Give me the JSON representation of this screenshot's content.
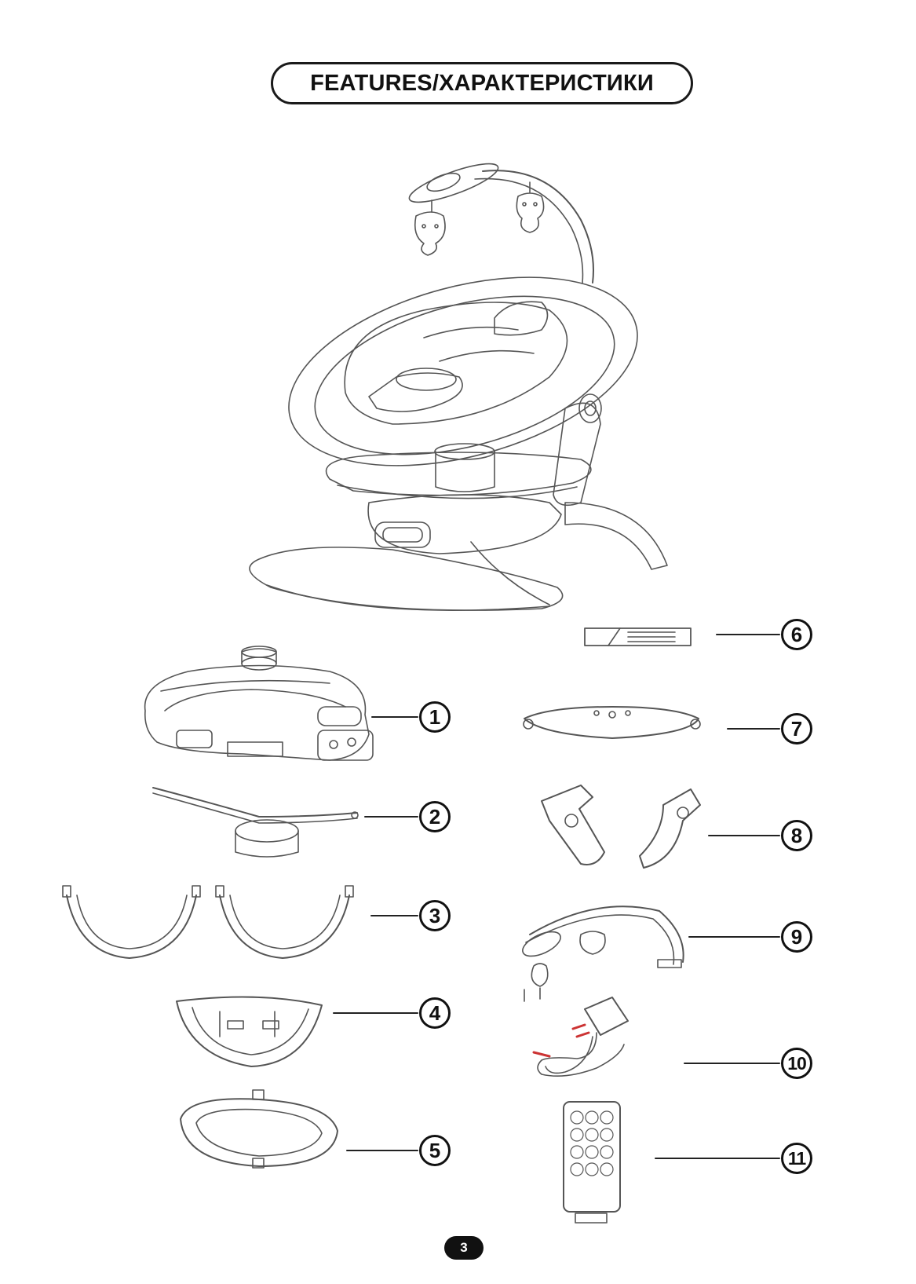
{
  "header": {
    "title": "FEATURES/ХАРАКТЕРИСТИКИ"
  },
  "callouts": [
    {
      "number": "1"
    },
    {
      "number": "2"
    },
    {
      "number": "3"
    },
    {
      "number": "4"
    },
    {
      "number": "5"
    },
    {
      "number": "6"
    },
    {
      "number": "7"
    },
    {
      "number": "8"
    },
    {
      "number": "9"
    },
    {
      "number": "10"
    },
    {
      "number": "11"
    }
  ],
  "footer": {
    "page_number": "3"
  }
}
